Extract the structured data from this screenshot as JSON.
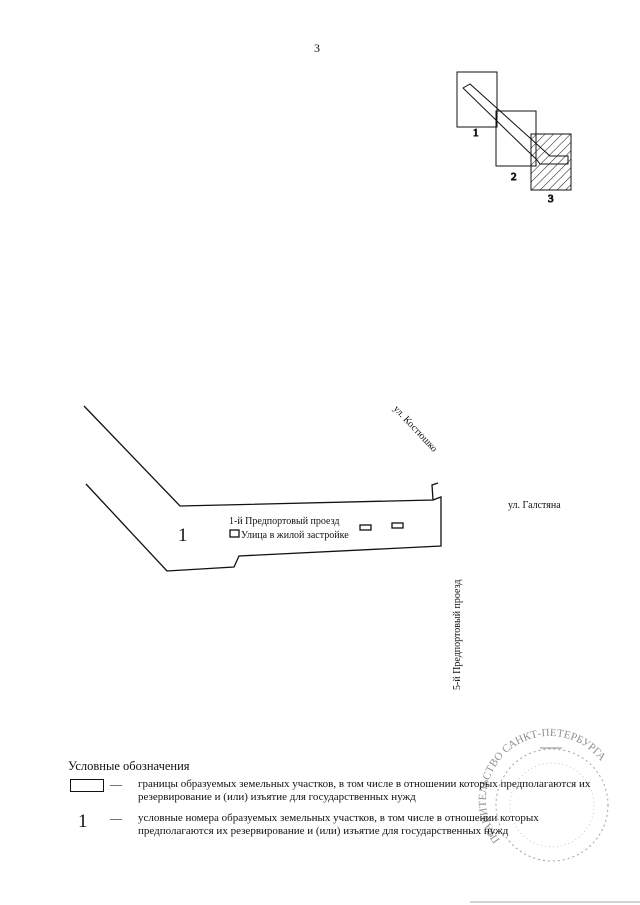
{
  "page": {
    "number": "3"
  },
  "index_map": {
    "sheets": [
      {
        "label": "1"
      },
      {
        "label": "2"
      },
      {
        "label": "3"
      }
    ]
  },
  "map": {
    "parcel_number": "1",
    "streets": {
      "kostyushko": "ул. Костюшко",
      "galstyana": "ул. Галстяна",
      "predportovy_1": "1-й Предпортовый проезд",
      "residential": "Улица в жилой застройке",
      "predportovy_5": "5-й Предпортовый проезд"
    }
  },
  "legend": {
    "title": "Условные обозначения",
    "items": [
      {
        "dash": "—",
        "text": "границы образуемых земельных участков, в том числе в отношении которых предполагаются их резервирование и (или) изъятие для государственных нужд"
      },
      {
        "symbol": "1",
        "dash": "—",
        "text": "условные номера образуемых земельных участков, в том числе в отношении которых предполагаются  их резервирование и (или) изъятие для государственных нужд"
      }
    ]
  },
  "stamp": {
    "text": "ПРАВИТЕЛЬСТВО САНКТ-ПЕТЕРБУРГА * АДМИНИСТРАЦИЯ *"
  }
}
